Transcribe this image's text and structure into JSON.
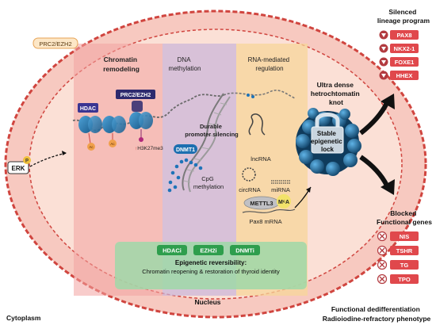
{
  "top_badge": "PRC2/EZH2",
  "sections": {
    "chromatin": [
      "Chromatin",
      "remodeling"
    ],
    "dna_methylation": [
      "DNA",
      "methylation"
    ],
    "rna_regulation": [
      "RNA-mediated",
      "regulation"
    ]
  },
  "chromatin_labels": {
    "hdac": "HDAC",
    "prc2": "PRC2/EZH2",
    "ac": "Ac",
    "h3k27me3": "H3K27me3"
  },
  "erk": {
    "label": "ERK",
    "phospho": "P"
  },
  "dna_labels": {
    "silencing": [
      "Durable",
      "promoter silencing"
    ],
    "dnmt1": "DNMT1",
    "cpg": [
      "CpG",
      "methylation"
    ]
  },
  "rna_labels": {
    "lncrna": "lncRNA",
    "circrna": "circRNA",
    "mirna": "miRNA",
    "mettl3": "METTL3",
    "m6a": "M⁶A",
    "pax8_mrna": "Pax8 mRNA"
  },
  "knot": {
    "title": [
      "Ultra dense",
      "hetrochtomatin",
      "knot"
    ],
    "lock": [
      "Stable",
      "epigenetic",
      "lock"
    ]
  },
  "silenced": {
    "title": [
      "Silenced",
      "lineage program"
    ],
    "genes": [
      "PAX8",
      "NKX2-1",
      "FOXE1",
      "HHEX"
    ]
  },
  "blocked": {
    "title": [
      "Blocked",
      "Functional genes"
    ],
    "genes": [
      "NIS",
      "TSHR",
      "TG",
      "TPO"
    ]
  },
  "reversibility": {
    "pills": [
      "HDACi",
      "EZH2i",
      "DNMTi"
    ],
    "title": "Epigenetic reversibility:",
    "text": "Chromatin reopening & restoration of thyroid identity"
  },
  "nucleus_label": "Nucleus",
  "cytoplasm_label": "Cytoplasm",
  "phenotype": [
    "Functional dedifferentiation",
    "Radioiodine-refractory phenotype"
  ],
  "colors": {
    "cell_fill": "#f7c9c0",
    "cell_border": "#d0453f",
    "nucleus_fill": "#fbe0d6",
    "chromatin_band": "#f3a3a0",
    "dna_band": "#c9b3d9",
    "rna_band": "#f7d59a",
    "green_band": "#9fd8a8",
    "green_pill": "#2e9e4d",
    "navy": "#2d2a6e",
    "knot_blue": "#1c5c86",
    "gene_red": "#e0484c"
  }
}
